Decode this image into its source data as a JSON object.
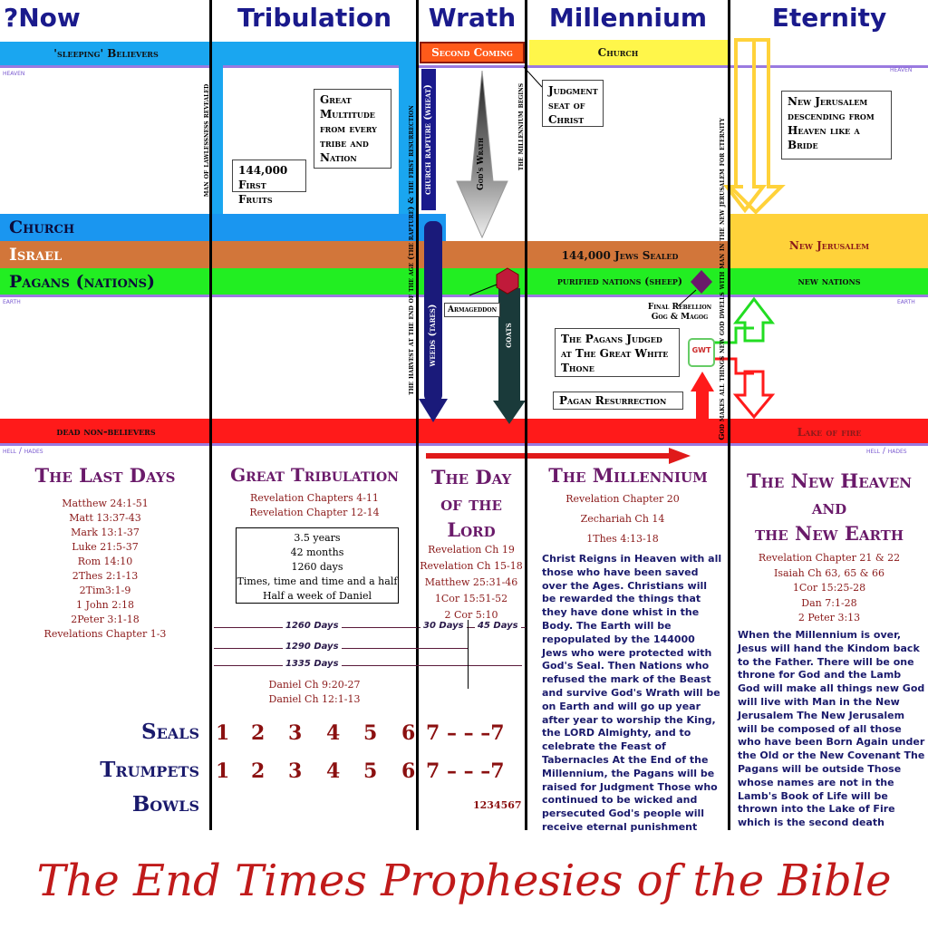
{
  "headers": {
    "now": "?Now",
    "tribulation": "Tribulation",
    "wrath": "Wrath",
    "millennium": "Millennium",
    "eternity": "Eternity"
  },
  "realms": {
    "heaven_left": "heaven",
    "heaven_right": "heaven",
    "earth_left": "earth",
    "earth_right": "earth",
    "hell_left": "hell / hades",
    "hell_right": "hell / hades"
  },
  "bands": {
    "sleeping": "'sleeping' Believers",
    "church_top": "Church",
    "church": "Church",
    "israel": "Israel",
    "pagans": "Pagans (nations)",
    "jews_sealed": "144,000 Jews Sealed",
    "purified": "purified nations (sheep)",
    "new_jerusalem": "New Jerusalem",
    "new_nations": "new nations",
    "dead": "dead non-believers",
    "lake": "Lake of fire"
  },
  "vertical_text": {
    "lawlessness": "man of lawlessness revealed",
    "harvest": "the harvest at the end of the age (the rapture) & the first resurrection",
    "rapture": "church rapture (wheat)",
    "weeds": "weeds (tares)",
    "goats": "goats",
    "gods_wrath": "God's Wrath",
    "millennium_begins": "the millennium begins",
    "god_dwells": "God makes all things new god dwells with man in the new jerusalem for eternity"
  },
  "boxes": {
    "first_fruits": "144,000 First Fruits",
    "multitude": "Great Multitude from every tribe and Nation",
    "second_coming": "Second Coming",
    "judgment_seat": "Judgment seat of Christ",
    "new_jerusalem_desc": "New Jerusalem descending from Heaven like a Bride",
    "armageddon": "Armageddon",
    "final_rebellion_1": "Final Rebellion",
    "final_rebellion_2": "Gog & Magog",
    "pagans_judged": "The Pagans Judged at The Great White Thone",
    "gwt": "GWT",
    "pagan_resurrection": "Pagan Resurrection"
  },
  "sections": {
    "last_days": {
      "title": "The Last Days",
      "refs": [
        "Matthew 24:1-51",
        "Matt 13:37-43",
        "Mark 13:1-37",
        "Luke 21:5-37",
        "Rom 14:10",
        "2Thes 2:1-13",
        "2Tim3:1-9",
        "1 John 2:18",
        "2Peter 3:1-18",
        "Revelations Chapter 1-3"
      ]
    },
    "tribulation": {
      "title": "Great Tribulation",
      "refs": [
        "Revelation Chapters 4-11",
        "Revelation Chapter 12-14"
      ],
      "box": [
        "3.5 years",
        "42 months",
        "1260 days",
        "Times, time and time and a half",
        "Half a week of Daniel"
      ],
      "days": [
        "1260 Days",
        "1290 Days",
        "1335 Days"
      ],
      "daniel": [
        "Daniel Ch 9:20-27",
        "Daniel Ch 12:1-13"
      ]
    },
    "day_of_lord": {
      "title_1": "The Day",
      "title_2": "of the",
      "title_3": "Lord",
      "refs": [
        "Revelation Ch 19",
        "Revelation Ch 15-18",
        "Matthew 25:31-46",
        "1Cor 15:51-52",
        "2 Cor 5:10"
      ],
      "days_30": "30 Days",
      "days_45": "45 Days"
    },
    "millennium": {
      "title": "The Millennium",
      "refs": [
        "Revelation Chapter 20",
        "Zechariah Ch 14",
        "1Thes 4:13-18"
      ],
      "body": "Christ Reigns in Heaven with all those who have been saved over the Ages. Christians will be rewarded the things that they have done whist in the Body. The Earth will be repopulated by the 144000 Jews who were protected with God's Seal. Then Nations who refused the mark of the Beast and survive God's Wrath will be on Earth and will go up year after year to worship the King, the LORD Almighty, and to celebrate the Feast of Tabernacles At the End of the Millennium, the Pagans will be raised for Judgment Those who continued to be wicked and persecuted God's people will receive eternal punishment"
    },
    "new_heaven": {
      "title_1": "The New Heaven",
      "title_2": "and",
      "title_3": "the New Earth",
      "refs": [
        "Revelation Chapter 21 & 22",
        "Isaiah Ch 63, 65 & 66",
        "1Cor 15:25-28",
        "Dan 7:1-28",
        "2 Peter 3:13"
      ],
      "body": "When the Millennium is over, Jesus will hand the Kindom back to the Father. There will be one throne for God and the Lamb God will make all things new God will live with Man in the New Jerusalem The New Jerusalem will be composed of all those who have been Born Again under the Old or the New Covenant The Pagans will be outside Those whose names are not in the Lamb's Book of Life will be thrown into the Lake of Fire which is the second death"
    }
  },
  "rows": {
    "seals": {
      "label": "Seals",
      "nums": [
        "1",
        "2",
        "3",
        "4",
        "5",
        "6"
      ],
      "tail": "7 – – –7"
    },
    "trumpets": {
      "label": "Trumpets",
      "nums": [
        "1",
        "2",
        "3",
        "4",
        "5",
        "6"
      ],
      "tail": "7 – – –7"
    },
    "bowls": {
      "label": "Bowls",
      "tail": "1234567"
    }
  },
  "footer": "The End Times Prophesies of the Bible",
  "colors": {
    "sky": "#1aa6f0",
    "church": "#1a96f0",
    "israel": "#d2763a",
    "pagans": "#22ee22",
    "dead": "#ff1a1a",
    "gold": "#ffd23a",
    "second_coming": "#ff5a1a",
    "navy": "#1a1a8c",
    "purple": "#6a1a6a",
    "burgundy": "#8b1a1a"
  }
}
